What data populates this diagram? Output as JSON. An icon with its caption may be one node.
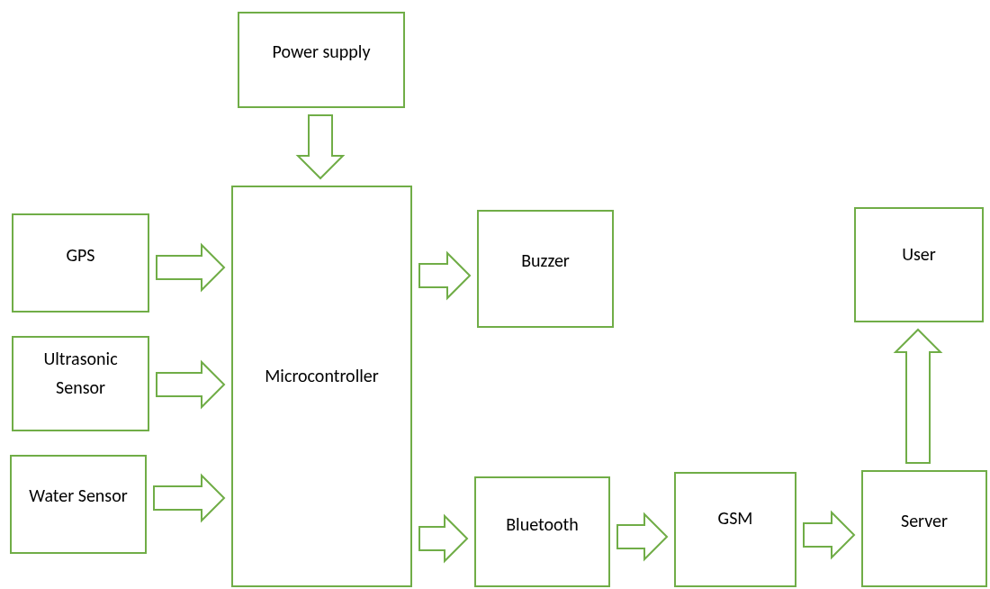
{
  "diagram": {
    "nodes": [
      {
        "text": [
          "Power supply"
        ]
      },
      {
        "text": [
          "GPS"
        ]
      },
      {
        "text": [
          "Ultrasonic Sensor"
        ]
      },
      {
        "text": [
          "Water Sensor"
        ]
      },
      {
        "text": [
          "Microcontroller"
        ]
      },
      {
        "text": [
          "Buzzer"
        ]
      },
      {
        "text": [
          "User"
        ]
      },
      {
        "text": [
          "Bluetooth"
        ]
      },
      {
        "text": [
          "GSM"
        ]
      },
      {
        "text": [
          "Server"
        ]
      }
    ],
    "edges": [
      {
        "from": 0,
        "to": 4,
        "arrow": "to"
      },
      {
        "from": 1,
        "to": 4,
        "arrow": "to"
      },
      {
        "from": 2,
        "to": 4,
        "arrow": "to"
      },
      {
        "from": 3,
        "to": 4,
        "arrow": "to"
      },
      {
        "from": 4,
        "to": 5,
        "arrow": "to"
      },
      {
        "from": 4,
        "to": 7,
        "arrow": "to"
      },
      {
        "from": 7,
        "to": 8,
        "arrow": "to"
      },
      {
        "from": 8,
        "to": 9,
        "arrow": "to"
      },
      {
        "from": 9,
        "to": 6,
        "arrow": "to"
      }
    ]
  }
}
